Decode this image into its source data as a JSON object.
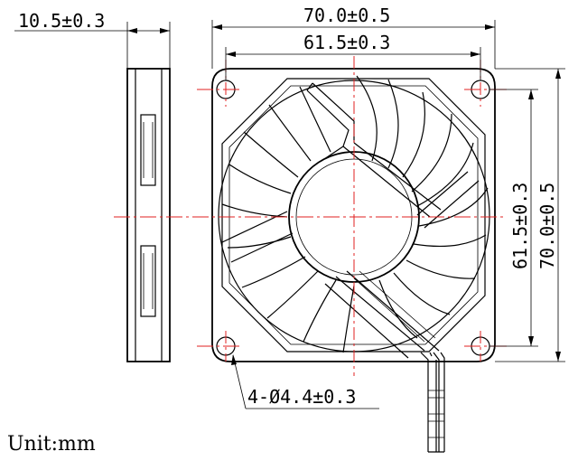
{
  "dimensions": {
    "thickness": "10.5±0.3",
    "overall_width": "70.0±0.5",
    "hole_pitch_horizontal": "61.5±0.3",
    "hole_pitch_vertical": "61.5±0.3",
    "overall_height": "70.0±0.5",
    "mounting_holes": "4-Ø4.4±0.3"
  },
  "unit_label": "Unit:mm"
}
